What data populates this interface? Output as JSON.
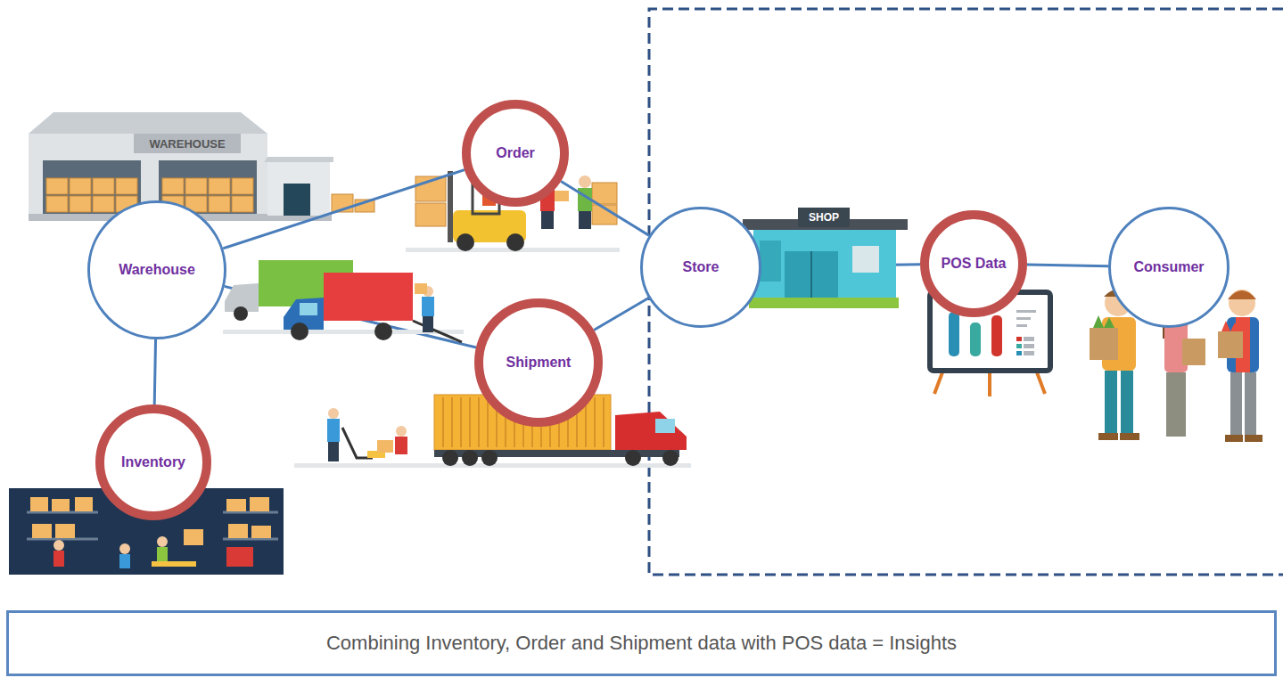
{
  "diagram": {
    "caption": "Combining  Inventory, Order and Shipment  data with POS data = Insights",
    "nodes": [
      {
        "text": [
          "Order"
        ]
      },
      {
        "text": [
          "Warehouse"
        ]
      },
      {
        "text": [
          "Store"
        ]
      },
      {
        "text": [
          "POS Data"
        ]
      },
      {
        "text": [
          "Consumer"
        ]
      },
      {
        "text": [
          "Shipment"
        ]
      },
      {
        "text": [
          "Inventory"
        ]
      }
    ],
    "edges": [
      {
        "from": 1,
        "to": 0,
        "arrow": "none"
      },
      {
        "from": 0,
        "to": 2,
        "arrow": "none"
      },
      {
        "from": 1,
        "to": 5,
        "arrow": "none"
      },
      {
        "from": 5,
        "to": 2,
        "arrow": "none"
      },
      {
        "from": 1,
        "to": 6,
        "arrow": "none"
      },
      {
        "from": 2,
        "to": 3,
        "arrow": "none"
      },
      {
        "from": 3,
        "to": 4,
        "arrow": "none"
      }
    ],
    "labels": [
      "WAREHOUSE",
      "SHOP"
    ]
  }
}
